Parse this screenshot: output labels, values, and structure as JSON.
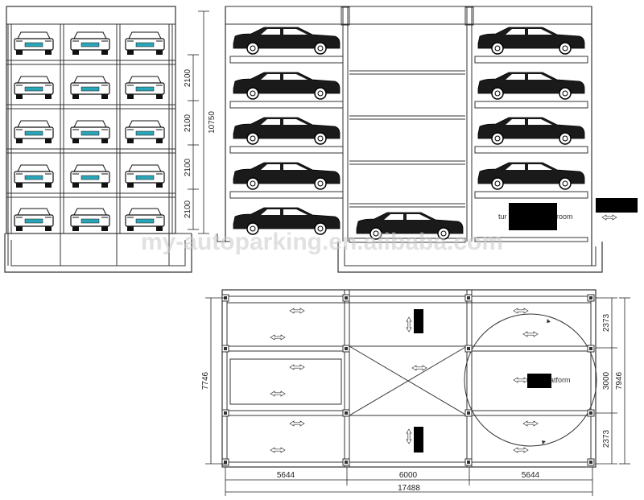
{
  "front_elevation": {
    "levels": 5,
    "columns": 3,
    "level_heights": [
      "2100",
      "2100",
      "2100",
      "2100"
    ],
    "total_height": "10750"
  },
  "side_elevation": {
    "left_stack_levels": 5,
    "right_stack_levels": 4,
    "turntable_label_left": "tur",
    "turntable_label_right": "room"
  },
  "plan": {
    "widths": [
      "5644",
      "6000",
      "5644"
    ],
    "total_width": "17488",
    "left_height": "7746",
    "right_heights": [
      "2373",
      "3000",
      "2373"
    ],
    "right_total": "7946",
    "platform_label": "atform"
  },
  "watermark": "my-autoparking.en.alibaba.com",
  "colors": {
    "line": "#333333",
    "car": "#1a1a1a",
    "plate": "#2aa6b8",
    "redaction": "#000000"
  }
}
